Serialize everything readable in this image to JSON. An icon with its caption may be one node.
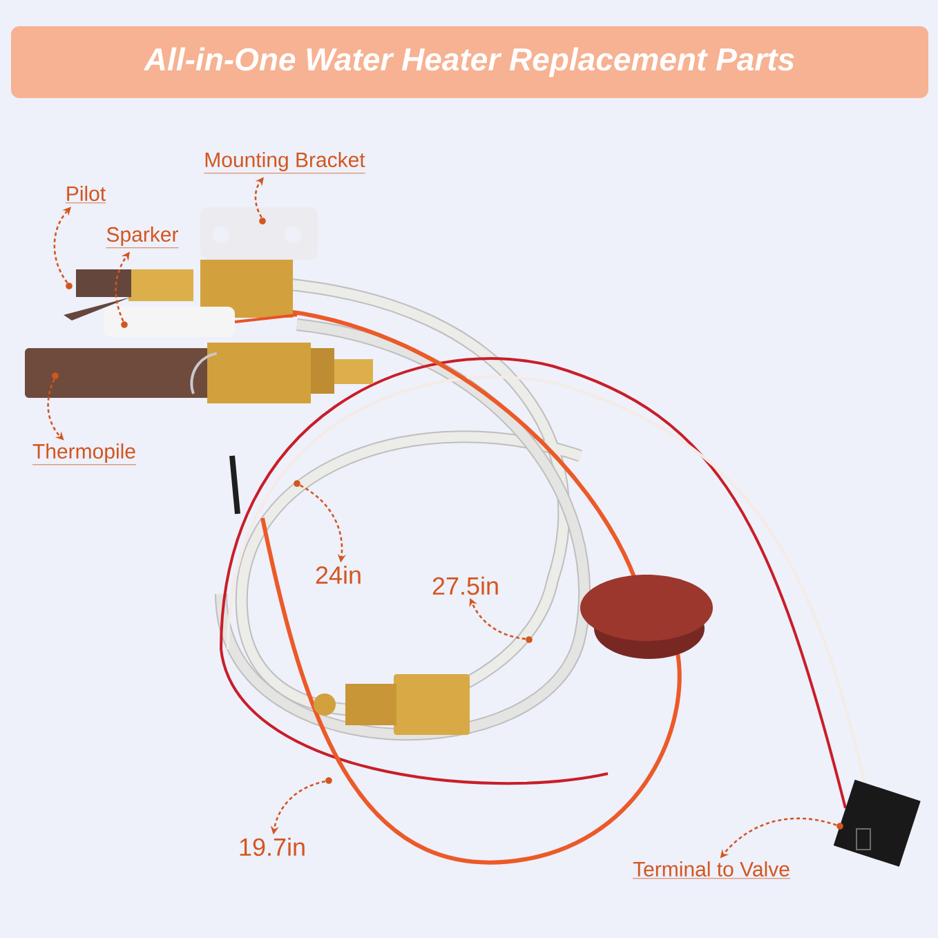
{
  "diagram": {
    "title": "All-in-One Water Heater Replacement Parts",
    "nodes": [
      {
        "text": [
          "Mounting Bracket"
        ]
      },
      {
        "text": [
          "Pilot"
        ]
      },
      {
        "text": [
          "Sparker"
        ]
      },
      {
        "text": [
          "Thermopile"
        ]
      },
      {
        "text": [
          "24in"
        ]
      },
      {
        "text": [
          "27.5in"
        ]
      },
      {
        "text": [
          "19.7in"
        ]
      },
      {
        "text": [
          "Terminal to Valve"
        ]
      },
      {
        "text": [],
        "shape": "circle"
      },
      {
        "text": [],
        "shape": "circle"
      },
      {
        "text": [],
        "shape": "circle"
      },
      {
        "text": [],
        "shape": "circle"
      },
      {
        "text": [],
        "shape": "circle"
      },
      {
        "text": [],
        "shape": "circle"
      },
      {
        "text": [],
        "shape": "circle"
      },
      {
        "text": [],
        "shape": "circle"
      }
    ],
    "edges": [
      {
        "from": 8,
        "to": 0,
        "arrow": "to"
      },
      {
        "from": 9,
        "to": 1,
        "arrow": "to"
      },
      {
        "from": 10,
        "to": 2,
        "arrow": "to"
      },
      {
        "from": 11,
        "to": 3,
        "arrow": "to"
      },
      {
        "from": 12,
        "to": 4,
        "arrow": "to"
      },
      {
        "from": 13,
        "to": 5,
        "arrow": "to"
      },
      {
        "from": 14,
        "to": 6,
        "arrow": "to"
      },
      {
        "from": 15,
        "to": 7,
        "arrow": "to"
      }
    ]
  }
}
